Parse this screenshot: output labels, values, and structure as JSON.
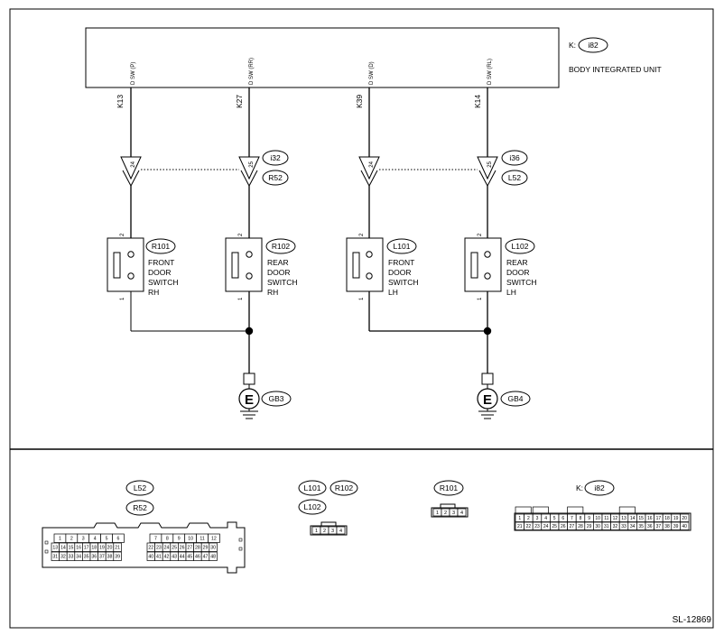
{
  "unit": {
    "connector_prefix": "K:",
    "connector": "i82",
    "name": "BODY INTEGRATED UNIT",
    "signals": [
      "D SW (P)",
      "D SW (RR)",
      "D SW (D)",
      "D SW (RL)"
    ],
    "terminals": [
      "K13",
      "K27",
      "K39",
      "K14"
    ]
  },
  "inline_connectors": {
    "rh": {
      "pins": [
        "24",
        "25"
      ],
      "ids": [
        "i32",
        "R52"
      ]
    },
    "lh": {
      "pins": [
        "24",
        "25"
      ],
      "ids": [
        "i36",
        "L52"
      ]
    }
  },
  "switches": [
    {
      "id": "R101",
      "lines": [
        "FRONT",
        "DOOR",
        "SWITCH",
        "RH"
      ],
      "pin_top": "2",
      "pin_bottom": "1"
    },
    {
      "id": "R102",
      "lines": [
        "REAR",
        "DOOR",
        "SWITCH",
        "RH"
      ],
      "pin_top": "2",
      "pin_bottom": "1"
    },
    {
      "id": "L101",
      "lines": [
        "FRONT",
        "DOOR",
        "SWITCH",
        "LH"
      ],
      "pin_top": "2",
      "pin_bottom": "1"
    },
    {
      "id": "L102",
      "lines": [
        "REAR",
        "DOOR",
        "SWITCH",
        "LH"
      ],
      "pin_top": "2",
      "pin_bottom": "1"
    }
  ],
  "grounds": [
    {
      "symbol": "E",
      "id": "GB3"
    },
    {
      "symbol": "E",
      "id": "GB4"
    }
  ],
  "connector_views": {
    "big": {
      "ids": [
        "L52",
        "R52"
      ],
      "left_row1": [
        "1",
        "2",
        "3",
        "4",
        "5",
        "6"
      ],
      "left_row2": [
        "13",
        "14",
        "15",
        "16",
        "17",
        "18",
        "19",
        "20",
        "21"
      ],
      "left_row3": [
        "31",
        "32",
        "33",
        "34",
        "35",
        "36",
        "37",
        "38",
        "39"
      ],
      "right_row1": [
        "7",
        "8",
        "9",
        "10",
        "11",
        "12"
      ],
      "right_row2": [
        "22",
        "23",
        "24",
        "25",
        "26",
        "27",
        "28",
        "29",
        "30"
      ],
      "right_row3": [
        "40",
        "41",
        "42",
        "43",
        "44",
        "45",
        "46",
        "47",
        "48"
      ]
    },
    "small4": {
      "ids": [
        "L101",
        "R102",
        "L102"
      ],
      "pins": [
        "1",
        "2",
        "3",
        "4"
      ]
    },
    "r101": {
      "id": "R101",
      "pins": [
        "1",
        "2",
        "3",
        "4"
      ]
    },
    "i82": {
      "prefix": "K:",
      "id": "i82",
      "row1": [
        "1",
        "2",
        "3",
        "4",
        "5",
        "6",
        "7",
        "8",
        "9",
        "10",
        "11",
        "12",
        "13",
        "14",
        "15",
        "16",
        "17",
        "18",
        "19",
        "20"
      ],
      "row2": [
        "21",
        "22",
        "23",
        "24",
        "25",
        "26",
        "27",
        "28",
        "29",
        "30",
        "31",
        "32",
        "33",
        "34",
        "35",
        "36",
        "37",
        "38",
        "39",
        "40"
      ]
    }
  },
  "figure_id": "SL-12869"
}
